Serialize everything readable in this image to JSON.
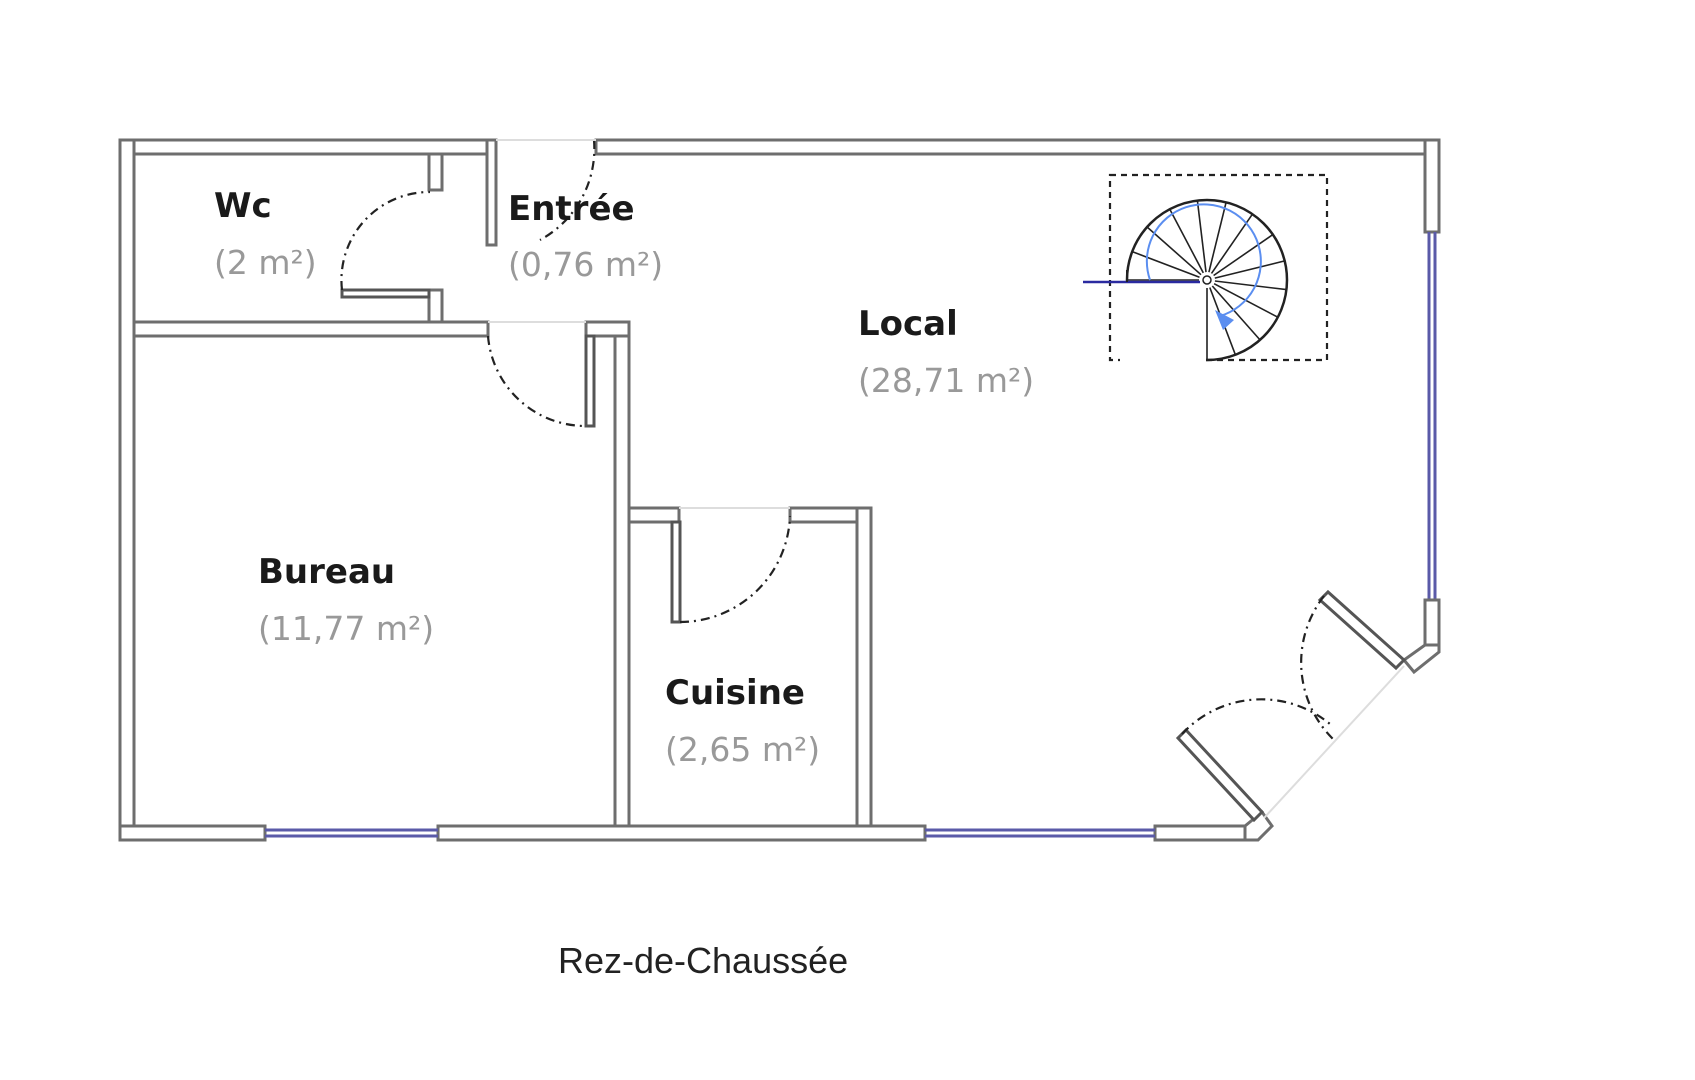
{
  "rooms": {
    "wc": {
      "name": "Wc",
      "area": "(2 m²)"
    },
    "entree": {
      "name": "Entrée",
      "area": "(0,76 m²)"
    },
    "local": {
      "name": "Local",
      "area": "(28,71 m²)"
    },
    "bureau": {
      "name": "Bureau",
      "area": "(11,77 m²)"
    },
    "cuisine": {
      "name": "Cuisine",
      "area": "(2,65 m²)"
    }
  },
  "caption": "Rez-de-Chaussée",
  "colors": {
    "wall": "#6e6e6e",
    "window": "#5a5aa8",
    "stair_arrow": "#5b8ef0",
    "area_text": "#999999"
  }
}
